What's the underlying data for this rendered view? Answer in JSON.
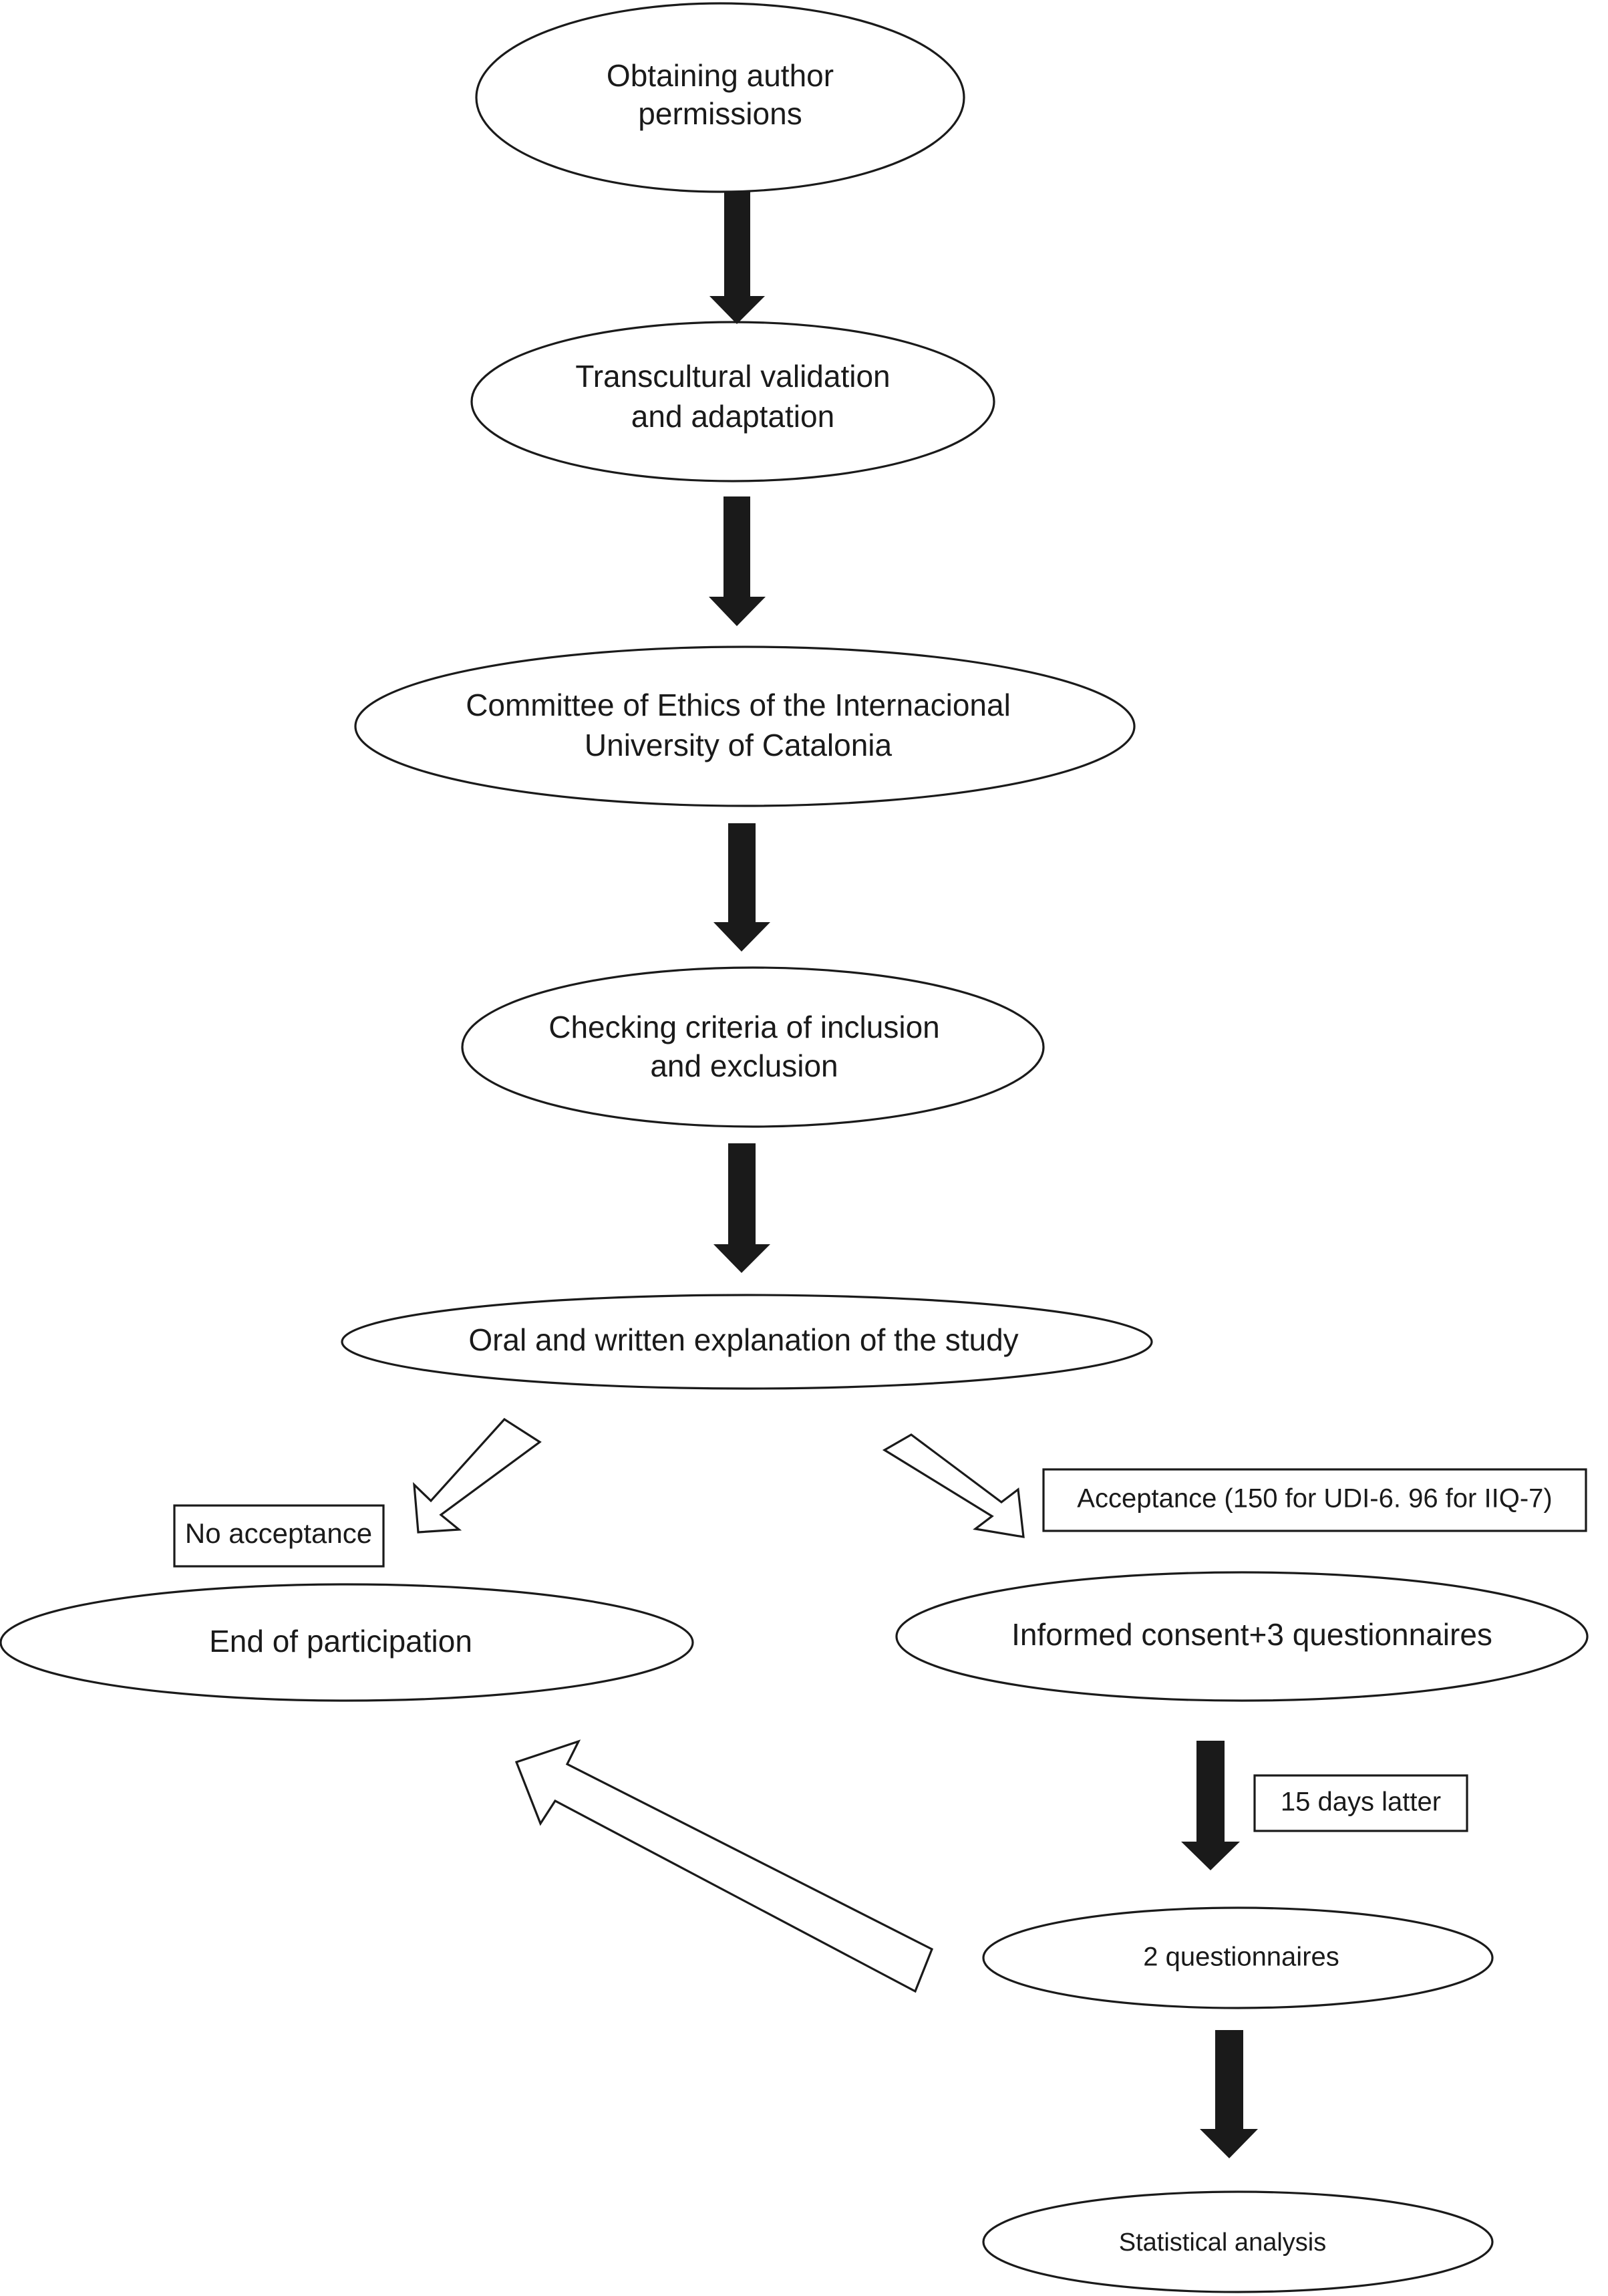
{
  "nodes": {
    "author_permissions": {
      "lines": [
        "Obtaining author",
        "permissions"
      ]
    },
    "transcultural": {
      "lines": [
        "Transcultural validation",
        "and adaptation"
      ]
    },
    "ethics_committee": {
      "lines": [
        "Committee of Ethics of the Internacional",
        "University of Catalonia"
      ]
    },
    "criteria_check": {
      "lines": [
        "Checking criteria of inclusion",
        "and exclusion"
      ]
    },
    "explanation": {
      "lines": [
        "Oral and written explanation of the study"
      ]
    },
    "end_participation": {
      "lines": [
        "End of participation"
      ]
    },
    "consent_questionnaires": {
      "lines": [
        "Informed consent+3 questionnaires"
      ]
    },
    "two_questionnaires": {
      "lines": [
        "2 questionnaires"
      ]
    },
    "statistical_analysis": {
      "lines": [
        "Statistical analysis"
      ]
    }
  },
  "labels": {
    "no_acceptance": "No acceptance",
    "acceptance": "Acceptance (150 for UDI-6. 96 for IIQ-7)",
    "fifteen_days": "15 days latter"
  }
}
